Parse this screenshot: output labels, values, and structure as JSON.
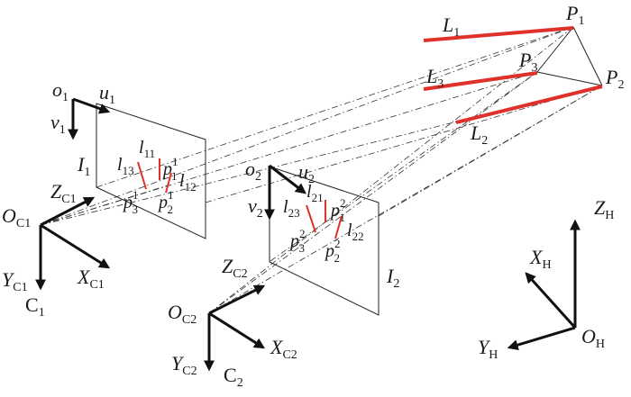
{
  "lines": {
    "L1": "L",
    "L1_sub": "1",
    "L2": "L",
    "L2_sub": "2",
    "L3": "L",
    "L3_sub": "3"
  },
  "points": {
    "P1": "P",
    "P1_sub": "1",
    "P2": "P",
    "P2_sub": "2",
    "P3": "P",
    "P3_sub": "3"
  },
  "cam1": {
    "o": "o",
    "o_sub": "1",
    "u": "u",
    "u_sub": "1",
    "v": "v",
    "v_sub": "1",
    "image": "I",
    "image_sub": "1",
    "l11": "l",
    "l11_sub": "11",
    "l12": "l",
    "l12_sub": "12",
    "l13": "l",
    "l13_sub": "13",
    "p1": "p",
    "p1_sup": "1",
    "p1_sub": "1",
    "p2": "p",
    "p2_sup": "1",
    "p2_sub": "2",
    "p3": "p",
    "p3_sup": "1",
    "p3_sub": "3",
    "origin": "O",
    "origin_sub": "C1",
    "z": "Z",
    "z_sub": "C1",
    "x": "X",
    "x_sub": "C1",
    "y": "Y",
    "y_sub": "C1",
    "frame": "C",
    "frame_sub": "1"
  },
  "cam2": {
    "o": "o",
    "o_sub": "2",
    "u": "u",
    "u_sub": "2",
    "v": "v",
    "v_sub": "2",
    "image": "I",
    "image_sub": "2",
    "l21": "l",
    "l21_sub": "21",
    "l22": "l",
    "l22_sub": "22",
    "l23": "l",
    "l23_sub": "23",
    "p1": "p",
    "p1_sup": "2",
    "p1_sub": "1",
    "p2": "p",
    "p2_sup": "2",
    "p2_sub": "2",
    "p3": "p",
    "p3_sup": "2",
    "p3_sub": "3",
    "origin": "O",
    "origin_sub": "C2",
    "z": "Z",
    "z_sub": "C2",
    "x": "X",
    "x_sub": "C2",
    "y": "Y",
    "y_sub": "C2",
    "frame": "C",
    "frame_sub": "2"
  },
  "hand": {
    "origin": "O",
    "origin_sub": "H",
    "z": "Z",
    "z_sub": "H",
    "x": "X",
    "x_sub": "H",
    "y": "Y",
    "y_sub": "H"
  },
  "colors": {
    "feature_line": "#e0302a",
    "axis": "#111111"
  }
}
